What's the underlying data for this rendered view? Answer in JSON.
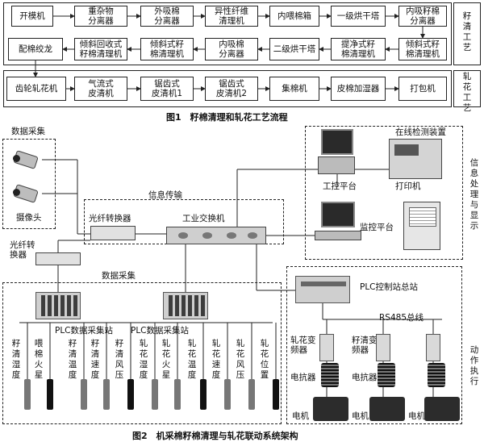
{
  "figure1": {
    "caption": "图1　籽棉清理和轧花工艺流程",
    "section_seed_cleaning": "籽清工艺",
    "section_ginning": "轧花工艺",
    "row1": [
      "开模机",
      "重杂物\n分离器",
      "外吸棉\n分离器",
      "异性纤维\n清理机",
      "内喂棉箱",
      "一级烘干塔",
      "内吸籽棉\n分离器"
    ],
    "row2": [
      "配棉绞龙",
      "倾斜回收式\n籽棉清理机",
      "倾斜式籽\n棉清理机",
      "内吸棉\n分离器",
      "二级烘干塔",
      "提净式籽\n棉清理机",
      "倾斜式籽\n棉清理机"
    ],
    "row3": [
      "齿轮轧花机",
      "气流式\n皮清机",
      "锯齿式\n皮清机1",
      "锯齿式\n皮清机2",
      "集棉机",
      "皮棉加湿器",
      "打包机"
    ]
  },
  "figure2": {
    "caption": "图2　机采棉籽棉清理与轧花联动系统架构",
    "data_collection_top": "数据采集",
    "camera": "摄像头",
    "info_transfer": "信息传输",
    "fiber_converter_1": "光纤转换器",
    "fiber_converter_2": "光纤转\n换器",
    "industrial_switch": "工业交换机",
    "online_detection": "在线检测装置",
    "control_platform": "工控平台",
    "printer": "打印机",
    "monitor_platform": "监控平台",
    "info_processing": "信息处理与显示",
    "data_collection_bottom": "数据采集",
    "plc_station_1": "PLC数据采集站",
    "plc_station_2": "PLC数据采集站",
    "plc_master": "PLC控制站总站",
    "rs485": "RS485总线",
    "action_exec": "动作执行",
    "sensors": [
      "籽清湿度",
      "喂棉火星",
      "籽清温度",
      "籽清速度",
      "籽清风压",
      "轧花湿度",
      "轧花火星",
      "轧花温度",
      "轧花速度",
      "轧花风压",
      "轧花位置"
    ],
    "vfd_label": "轧花变\n频器",
    "vfd_label_2": "籽清变\n频器",
    "reactor": "电抗器",
    "motor": "电机"
  }
}
